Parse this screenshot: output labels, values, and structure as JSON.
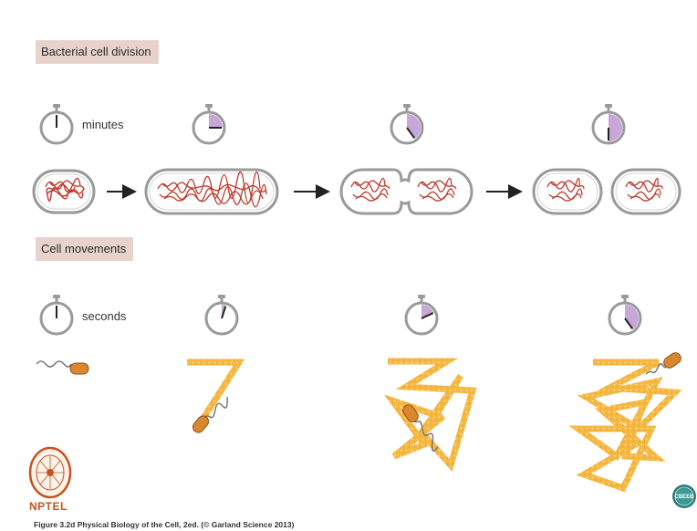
{
  "sections": {
    "division_label": "Bacterial cell division",
    "movement_label": "Cell movements"
  },
  "timers": {
    "minutes_label": "minutes",
    "seconds_label": "seconds",
    "division_progress": [
      0,
      0.25,
      0.4,
      0.5
    ],
    "movement_progress": [
      0,
      0.05,
      0.18,
      0.4
    ],
    "fill_color": "#c7a6d8"
  },
  "caption": "Figure 3.2d Physical Biology of the Cell, 2ed. (© Garland Science 2013)",
  "logos": {
    "nptel": "NPTEL",
    "cbeeb": "CBEEB"
  },
  "colors": {
    "dna": "#c0392b",
    "track": "#f2b53a",
    "bacterium": "#d9862f",
    "cell_outline": "#999999",
    "label_bg": "#e7d3cc"
  }
}
